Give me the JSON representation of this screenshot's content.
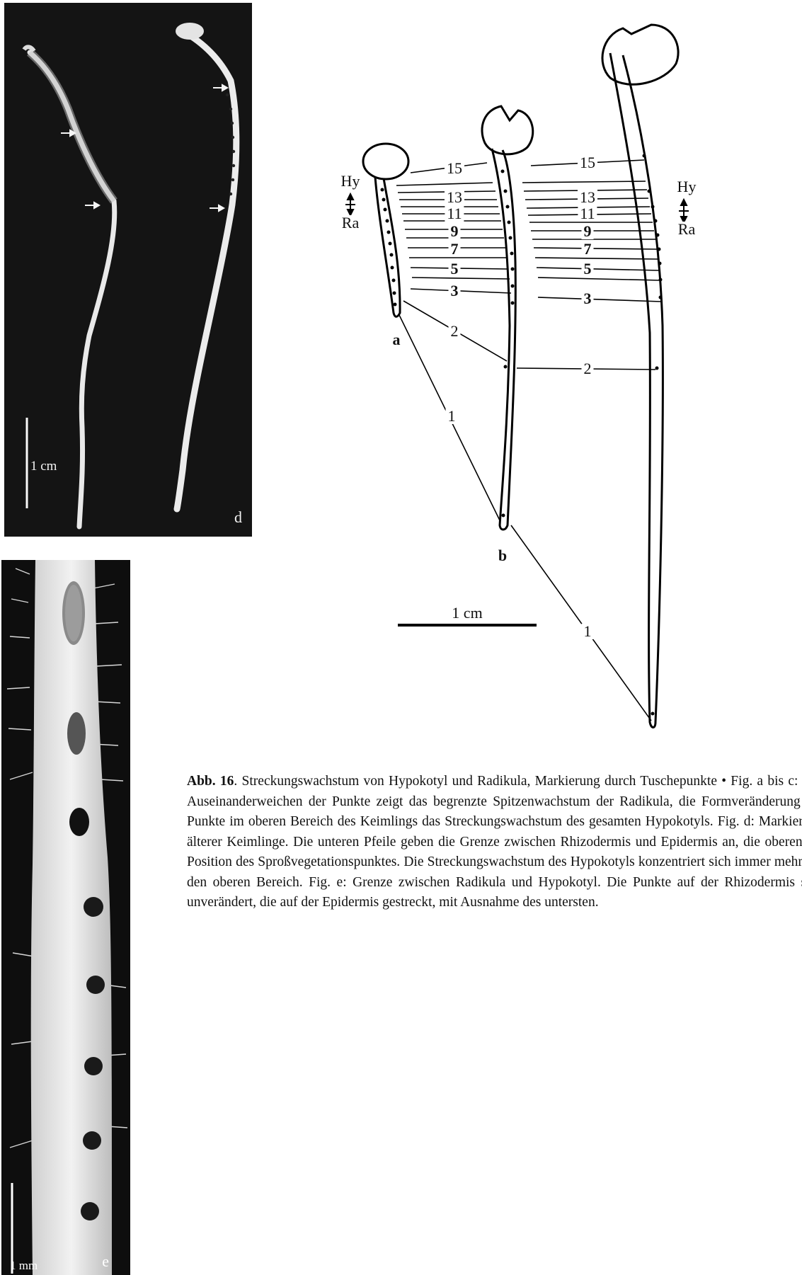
{
  "figure": {
    "photo_d": {
      "scale_label": "1 cm",
      "panel_letter": "d"
    },
    "photo_e": {
      "scale_label": "1 mm",
      "panel_letter": "e"
    },
    "diagram": {
      "axis_top": "Hy",
      "axis_bottom": "Ra",
      "seedling_labels": [
        "a",
        "b"
      ],
      "mark_numbers_a_to_b": [
        "15",
        "13",
        "11",
        "9",
        "7",
        "5",
        "3",
        "2",
        "1"
      ],
      "mark_numbers_b_to_c": [
        "15",
        "13",
        "11",
        "9",
        "7",
        "5",
        "3",
        "2",
        "1"
      ],
      "scale_label": "1 cm"
    },
    "caption": {
      "label": "Abb. 16",
      "text": ". Streckungswachstum von Hypokotyl und Radikula, Markierung durch Tuschepunkte • Fig. a bis c: Das Auseinanderweichen der Punkte zeigt das begrenzte Spitzenwachstum der Radikula, die Formveränderung der Punkte im oberen Bereich des Keimlings das Streckungswachstum des gesamten Hypokotyls. Fig. d: Markierung älterer Keimlinge. Die unteren Pfeile geben die Grenze zwischen Rhizodermis und Epidermis an, die oberen die Position des Sproßvegetationspunktes. Die Streckungswachstum des Hypokotyls konzentriert sich immer mehr auf den oberen Bereich. Fig. e: Grenze zwischen Radikula und Hypokotyl. Die Punkte auf der Rhizodermis sind unverändert, die auf der Epidermis gestreckt, mit Ausnahme des untersten."
    }
  }
}
